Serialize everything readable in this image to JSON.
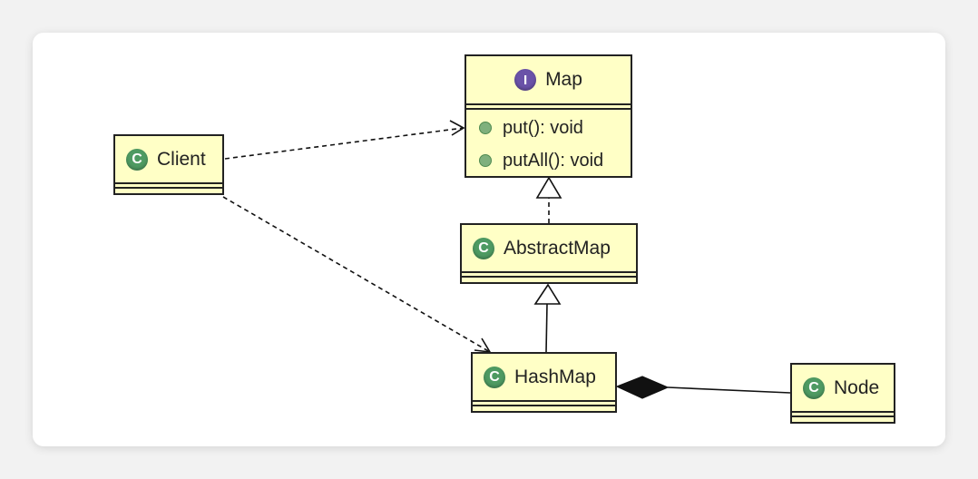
{
  "diagram": {
    "classes": {
      "map": {
        "name": "Map",
        "kind": "interface",
        "icon": "interface-icon",
        "methods": [
          "put(): void",
          "putAll(): void"
        ]
      },
      "client": {
        "name": "Client",
        "kind": "class",
        "icon": "class-icon"
      },
      "abstract_map": {
        "name": "AbstractMap",
        "kind": "class",
        "icon": "class-icon"
      },
      "hash_map": {
        "name": "HashMap",
        "kind": "class",
        "icon": "class-icon"
      },
      "node": {
        "name": "Node",
        "kind": "class",
        "icon": "class-icon"
      }
    },
    "relations": [
      {
        "from": "Client",
        "to": "Map",
        "type": "dependency"
      },
      {
        "from": "Client",
        "to": "HashMap",
        "type": "dependency"
      },
      {
        "from": "AbstractMap",
        "to": "Map",
        "type": "realization"
      },
      {
        "from": "HashMap",
        "to": "AbstractMap",
        "type": "generalization"
      },
      {
        "from": "HashMap",
        "to": "Node",
        "type": "composition"
      }
    ],
    "colors": {
      "class_fill": "#ffffc6",
      "class_icon": "#4e9a62",
      "interface_icon": "#6a52a8",
      "stroke": "#222222"
    }
  }
}
